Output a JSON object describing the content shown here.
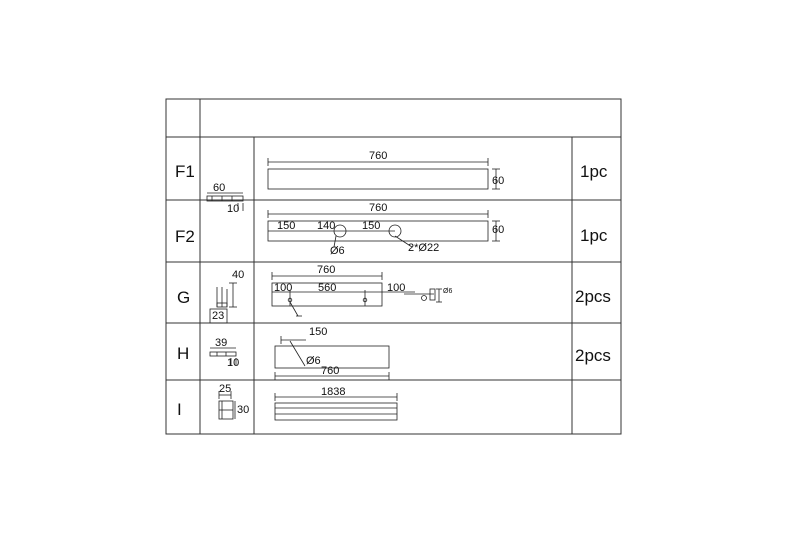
{
  "table": {
    "header": {
      "col1": "",
      "col2": ""
    },
    "rows": [
      {
        "id": "F1",
        "qty": "1pc",
        "profile": {
          "w": "60",
          "t": "10"
        },
        "dims": {
          "length": "760",
          "height": "60"
        }
      },
      {
        "id": "F2",
        "qty": "1pc",
        "dims": {
          "length": "760",
          "height": "60",
          "a": "150",
          "b": "140",
          "c": "150",
          "hole_small": "Ø6",
          "hole_big": "2*Ø22"
        }
      },
      {
        "id": "G",
        "qty": "2pcs",
        "profile": {
          "h": "40",
          "w": "23"
        },
        "dims": {
          "length": "760",
          "left": "100",
          "mid": "560",
          "right": "100",
          "detail": "Ø6"
        }
      },
      {
        "id": "H",
        "qty": "2pcs",
        "profile": {
          "w": "39",
          "t": "10"
        },
        "dims": {
          "offset": "150",
          "hole": "Ø6",
          "length": "760"
        }
      },
      {
        "id": "I",
        "qty": "",
        "profile": {
          "w": "25",
          "h": "30"
        },
        "dims": {
          "length": "1838"
        }
      }
    ]
  }
}
